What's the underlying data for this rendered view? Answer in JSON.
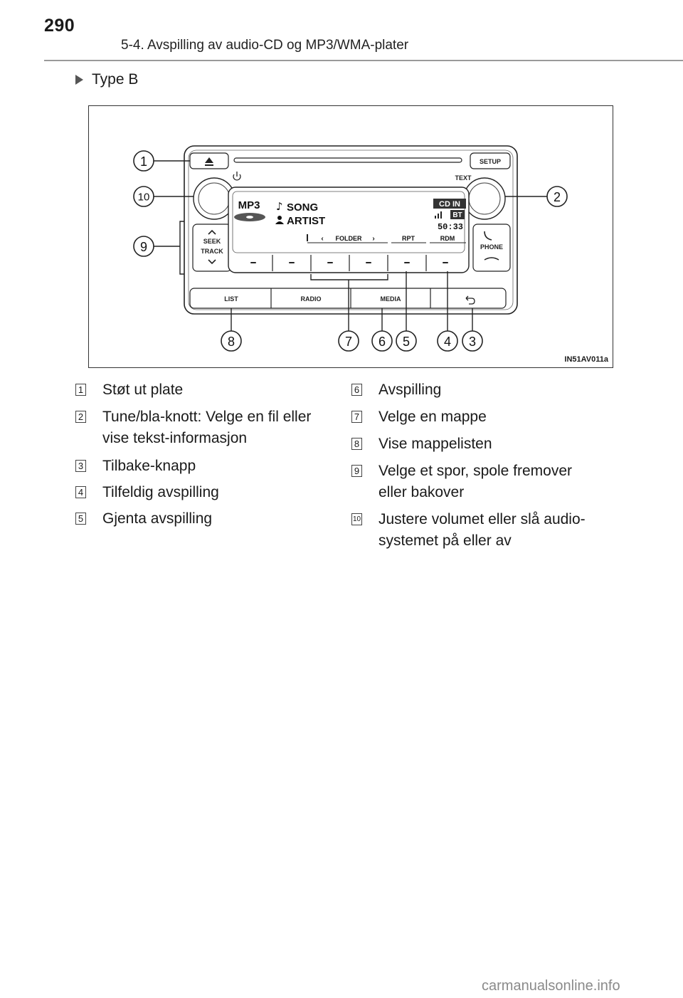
{
  "header": {
    "page_number": "290",
    "section_title": "5-4. Avspilling av audio-CD og MP3/WMA-plater"
  },
  "subheading": "Type B",
  "figure": {
    "code": "IN51AV011a",
    "radio": {
      "eject_icon": "eject-icon",
      "setup_label": "SETUP",
      "text_label": "TEXT",
      "power_icon": "power-icon",
      "display": {
        "format": "MP3",
        "song": "SONG",
        "artist": "ARTIST",
        "source_badge": "CD IN",
        "bt_badge": "BT",
        "time": "50:33",
        "folder_label": "FOLDER",
        "rpt_label": "RPT",
        "rdm_label": "RDM"
      },
      "seek_label": "SEEK",
      "track_label": "TRACK",
      "phone_label": "PHONE",
      "bottom_buttons": [
        "LIST",
        "RADIO",
        "MEDIA"
      ],
      "back_icon": "back-arrow-icon"
    },
    "callouts": [
      "1",
      "2",
      "3",
      "4",
      "5",
      "6",
      "7",
      "8",
      "9",
      "10"
    ]
  },
  "legend": {
    "left": [
      {
        "num": "1",
        "text": "Støt ut plate"
      },
      {
        "num": "2",
        "line1": "Tune/bla-knott: Velge en fil eller",
        "line2": "vise tekst-informasjon"
      },
      {
        "num": "3",
        "text": "Tilbake-knapp"
      },
      {
        "num": "4",
        "text": "Tilfeldig avspilling"
      },
      {
        "num": "5",
        "text": "Gjenta avspilling"
      }
    ],
    "right": [
      {
        "num": "6",
        "text": "Avspilling"
      },
      {
        "num": "7",
        "text": "Velge en mappe"
      },
      {
        "num": "8",
        "text": "Vise mappelisten"
      },
      {
        "num": "9",
        "line1": "Velge et spor, spole fremover",
        "line2": "eller bakover"
      },
      {
        "num": "10",
        "line1": "Justere volumet eller slå audio-",
        "line2": "systemet på eller av"
      }
    ]
  },
  "watermark": "carmanualsonline.info"
}
